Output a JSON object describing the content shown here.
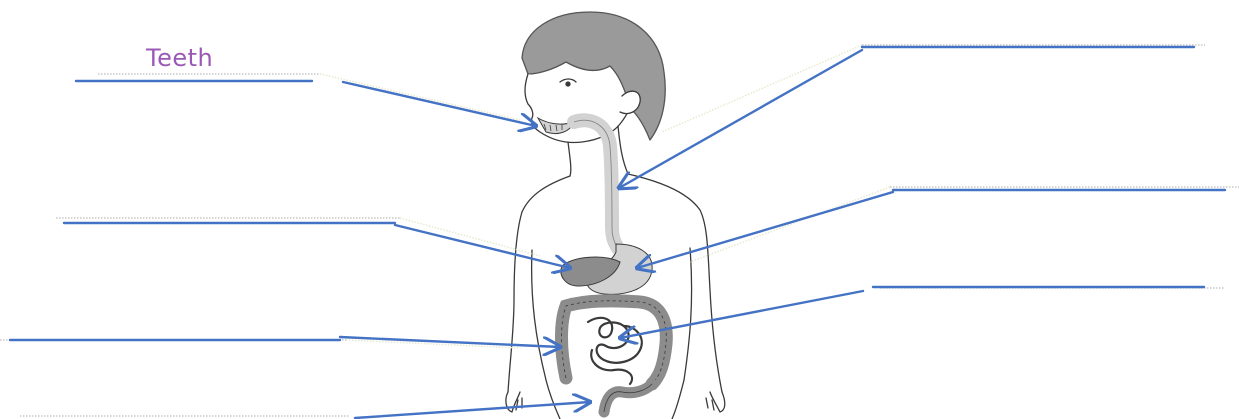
{
  "worksheet": {
    "labels": [
      {
        "id": "teeth",
        "text": "Teeth"
      },
      {
        "id": "esophagus",
        "text": ""
      },
      {
        "id": "liver",
        "text": ""
      },
      {
        "id": "stomach",
        "text": ""
      },
      {
        "id": "large-intestine",
        "text": ""
      },
      {
        "id": "small-intestine",
        "text": ""
      },
      {
        "id": "rectum",
        "text": ""
      }
    ]
  },
  "colors": {
    "arrow": "#4472c4",
    "label_text": "#9b59b6",
    "outline": "#3a3a3a",
    "hair": "#9a9a9a",
    "organ": "#8c8c8c",
    "organ_light": "#d2d2d2",
    "dotted_line": "#c8c8c8"
  }
}
